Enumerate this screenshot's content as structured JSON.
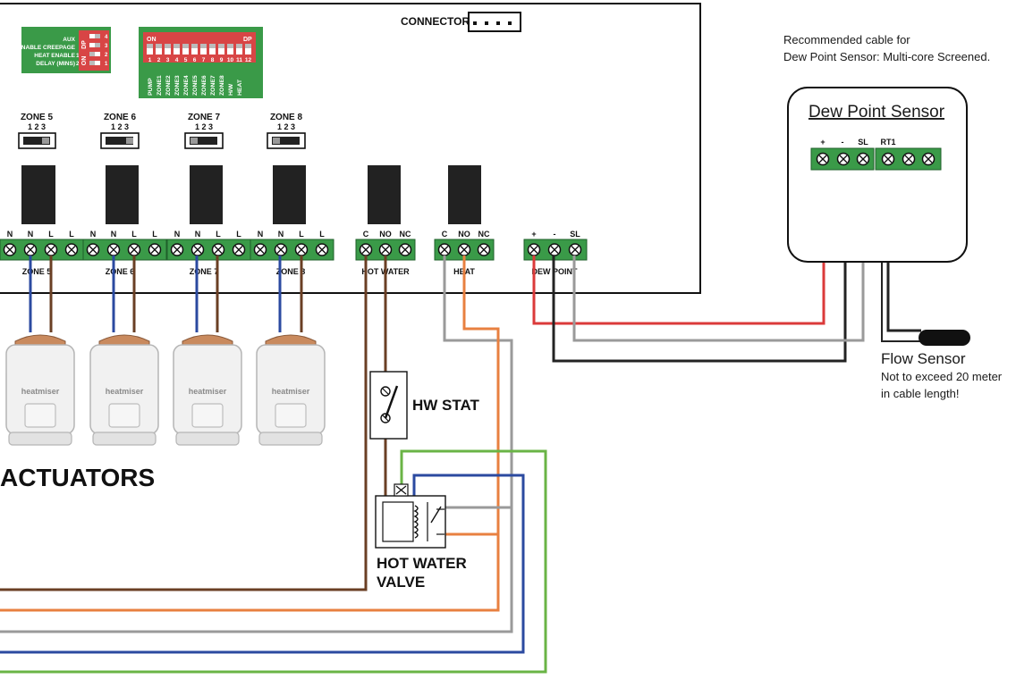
{
  "connector_label": "CONNECTOR",
  "cable_note": [
    "Recommended cable for",
    "Dew Point Sensor: Multi-core Screened."
  ],
  "dew_point_sensor": {
    "title": "Dew Point Sensor",
    "terminals": [
      "+",
      "-",
      "SL",
      "RT1"
    ]
  },
  "flow_sensor": {
    "title": "Flow Sensor",
    "note": [
      "Not to exceed 20 meter",
      "in cable length!"
    ]
  },
  "dip_switch_left": {
    "rows": [
      "AUX",
      "ENABLE CREEPAGE",
      "HEAT ENABLE",
      "DELAY (MINS)"
    ],
    "side_labels": [
      "DP",
      "ON"
    ],
    "numbers": [
      "4",
      "3",
      "2",
      "1"
    ],
    "row_values": [
      "",
      "",
      "1",
      "2"
    ]
  },
  "dip_switch_main": {
    "on_label": "ON",
    "dp_label": "DP",
    "numbers": [
      "1",
      "2",
      "3",
      "4",
      "5",
      "6",
      "7",
      "8",
      "9",
      "10",
      "11",
      "12"
    ],
    "functions": [
      "PUMP",
      "ZONE1",
      "ZONE2",
      "ZONE3",
      "ZONE4",
      "ZONE5",
      "ZONE6",
      "ZONE7",
      "ZONE8",
      "H/W",
      "HEAT"
    ]
  },
  "zone_selectors": [
    {
      "title": "ZONE 5",
      "positions": "1  2  3"
    },
    {
      "title": "ZONE 6",
      "positions": "1  2  3"
    },
    {
      "title": "ZONE 7",
      "positions": "1  2  3"
    },
    {
      "title": "ZONE 8",
      "positions": "1  2  3"
    }
  ],
  "zone_terminal_labels": [
    "N",
    "N",
    "L",
    "L"
  ],
  "zone_blocks": [
    "ZONE 5",
    "ZONE 6",
    "ZONE 7",
    "ZONE 8"
  ],
  "hot_water_block": {
    "label": "HOT WATER",
    "terminals": [
      "C",
      "NO",
      "NC"
    ]
  },
  "heat_block": {
    "label": "HEAT",
    "terminals": [
      "C",
      "NO",
      "NC"
    ]
  },
  "dew_point_block": {
    "label": "DEW POINT",
    "terminals": [
      "+",
      "-",
      "SL"
    ]
  },
  "actuator_brand": "heatmiser",
  "actuators_title": "ACTUATORS",
  "hw_stat_label": "HW STAT",
  "hot_water_valve_label": [
    "HOT WATER",
    "VALVE"
  ],
  "colors": {
    "green": "#3a9a48",
    "red": "#db3a3a",
    "blue": "#2b4aa0",
    "brown": "#6a3f24",
    "orange": "#e88040",
    "grey": "#9a9a9a",
    "lime": "#6ab446",
    "dark": "#232323"
  }
}
